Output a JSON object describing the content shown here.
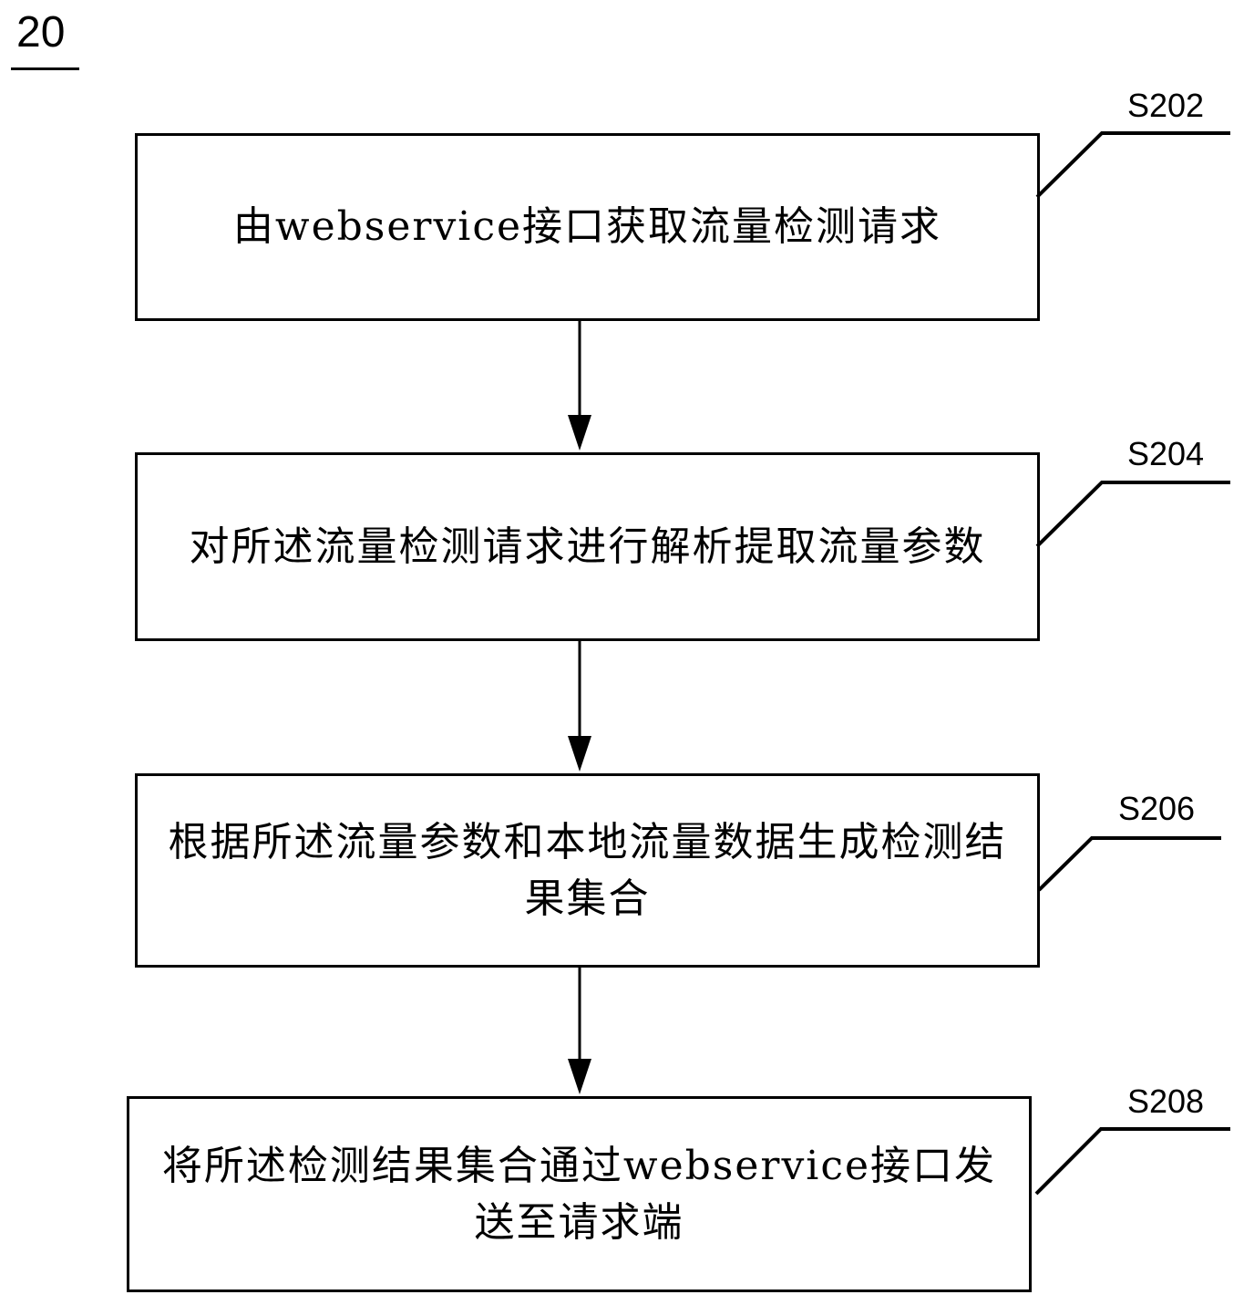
{
  "figure": {
    "number": "20"
  },
  "steps": [
    {
      "id": "S202",
      "text": "由webservice接口获取流量检测请求"
    },
    {
      "id": "S204",
      "text": "对所述流量检测请求进行解析提取流量参数"
    },
    {
      "id": "S206",
      "text": "根据所述流量参数和本地流量数据生成检测结果集合"
    },
    {
      "id": "S208",
      "text": "将所述检测结果集合通过webservice接口发送至请求端"
    }
  ],
  "connectors": [
    {
      "from": "S202",
      "to": "S204",
      "type": "arrow-down"
    },
    {
      "from": "S204",
      "to": "S206",
      "type": "arrow-down"
    },
    {
      "from": "S206",
      "to": "S208",
      "type": "arrow-down"
    }
  ]
}
